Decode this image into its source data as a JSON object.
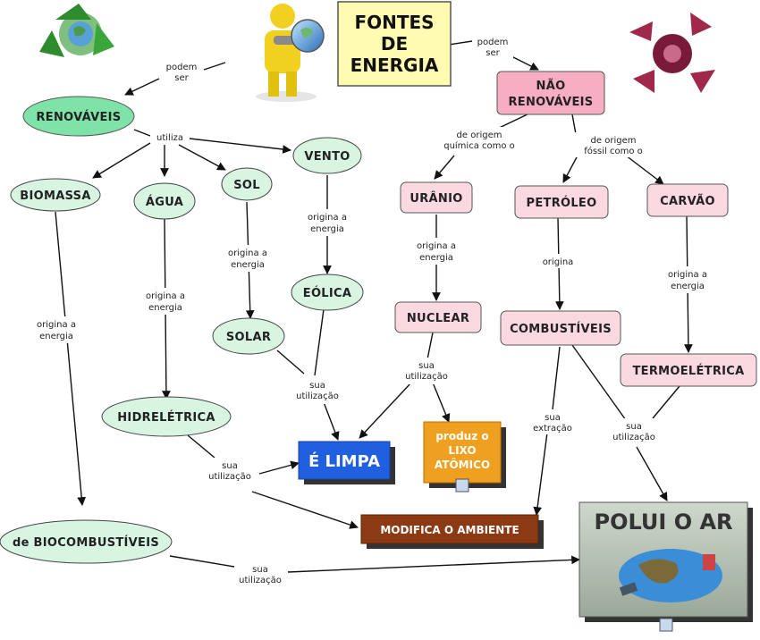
{
  "title_lines": [
    "FONTES",
    "DE",
    "ENERGIA"
  ],
  "nodes": {
    "renovaveis": "RENOVÁVEIS",
    "nao_renovaveis_1": "NÃO",
    "nao_renovaveis_2": "RENOVÁVEIS",
    "biomassa": "BIOMASSA",
    "agua": "ÁGUA",
    "sol": "SOL",
    "vento": "VENTO",
    "eolica": "EÓLICA",
    "solar": "SOLAR",
    "hidreletrica": "HIDRELÉTRICA",
    "biocombustiveis": "de BIOCOMBUSTÍVEIS",
    "uranio": "URÂNIO",
    "nuclear": "NUCLEAR",
    "petroleo": "PETRÓLEO",
    "carvao": "CARVÃO",
    "combustiveis": "COMBUSTÍVEIS",
    "termoeletrica": "TERMOELÉTRICA",
    "e_limpa": "É LIMPA",
    "lixo_1": "produz o",
    "lixo_2": "LIXO",
    "lixo_3": "ATÔMICO",
    "modifica": "MODIFICA O AMBIENTE",
    "polui": "POLUI O AR"
  },
  "links": {
    "podem_ser_left_1": "podem",
    "podem_ser_left_2": "ser",
    "podem_ser_right_1": "podem",
    "podem_ser_right_2": "ser",
    "utiliza": "utiliza",
    "quimica_1": "de origem",
    "quimica_2": "química como o",
    "fossil_1": "de origem",
    "fossil_2": "fóssil como o",
    "origina_a": "origina a",
    "energia": "energia",
    "origina": "origina",
    "sua": "sua",
    "utilizacao": "utilização",
    "extracao": "extração"
  }
}
